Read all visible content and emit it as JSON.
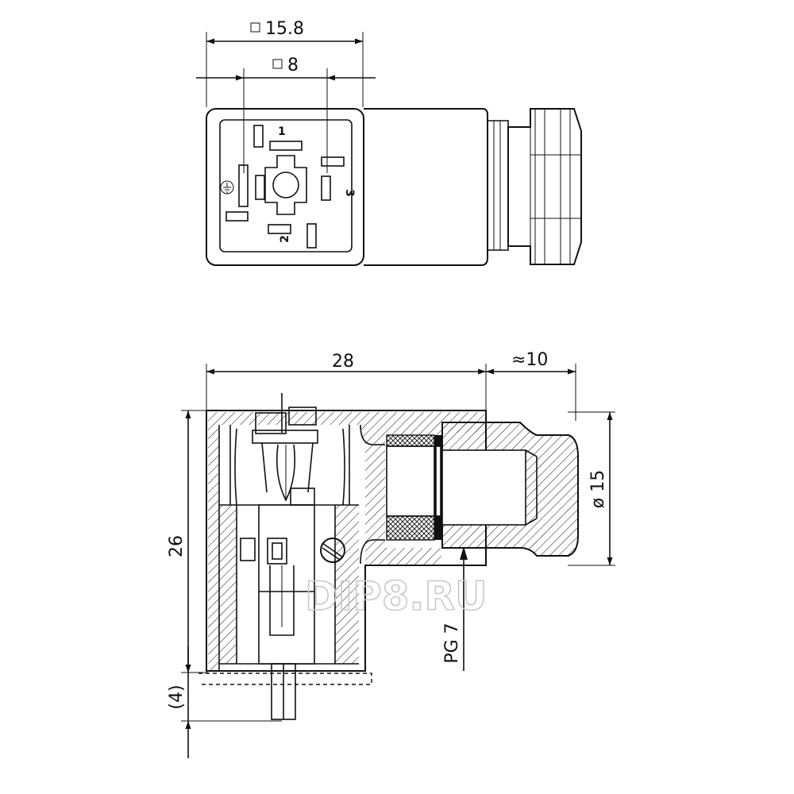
{
  "dimensions": {
    "top_width_outer": "15.8",
    "top_width_inner": "8",
    "side_length": "28",
    "side_nut": "≈10",
    "side_diameter": "ø 15",
    "side_height": "26",
    "side_pin": "(4)",
    "thread": "PG 7"
  },
  "pins": {
    "pin1": "1",
    "pin2": "2",
    "pin3": "3"
  },
  "watermark": "DIP8.RU"
}
